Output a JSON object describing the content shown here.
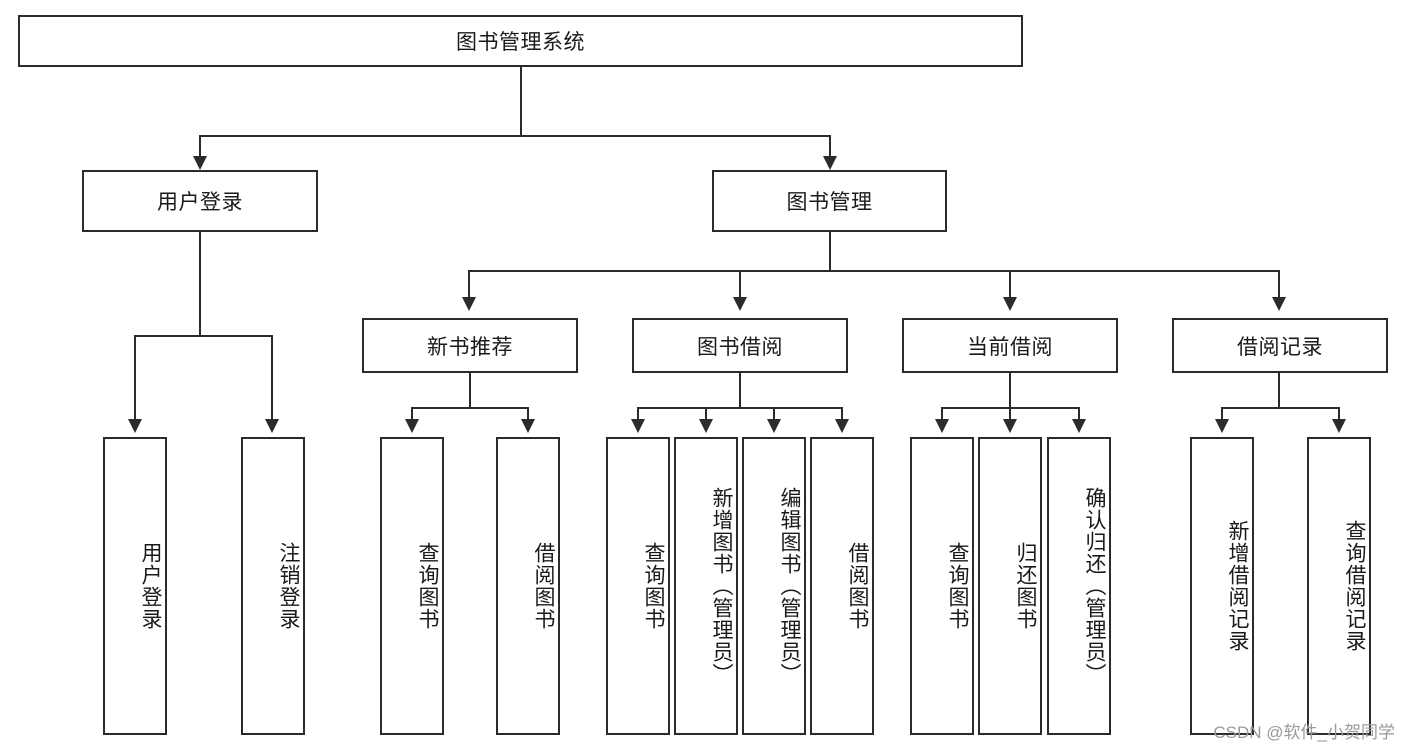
{
  "diagram": {
    "title": "图书管理系统",
    "type": "hierarchy-tree",
    "root": {
      "label": "图书管理系统"
    },
    "level2": [
      {
        "label": "用户登录"
      },
      {
        "label": "图书管理"
      }
    ],
    "level3": [
      {
        "label": "新书推荐"
      },
      {
        "label": "图书借阅"
      },
      {
        "label": "当前借阅"
      },
      {
        "label": "借阅记录"
      }
    ],
    "leaves": {
      "user_login": [
        {
          "label": "用户登录"
        },
        {
          "label": "注销登录"
        }
      ],
      "new_book_recommend": [
        {
          "label": "查询图书"
        },
        {
          "label": "借阅图书"
        }
      ],
      "book_borrow": [
        {
          "label": "查询图书"
        },
        {
          "label": "新增图书（管理员）"
        },
        {
          "label": "编辑图书（管理员）"
        },
        {
          "label": "借阅图书"
        }
      ],
      "current_borrow": [
        {
          "label": "查询图书"
        },
        {
          "label": "归还图书"
        },
        {
          "label": "确认归还（管理员）"
        }
      ],
      "borrow_record": [
        {
          "label": "新增借阅记录"
        },
        {
          "label": "查询借阅记录"
        }
      ]
    }
  },
  "watermark": {
    "text": "CSDN @软件_小贺同学"
  },
  "colors": {
    "stroke": "#2b2b2b",
    "background": "#ffffff",
    "text": "#1a1a1a",
    "watermark": "#9a9a9a"
  }
}
